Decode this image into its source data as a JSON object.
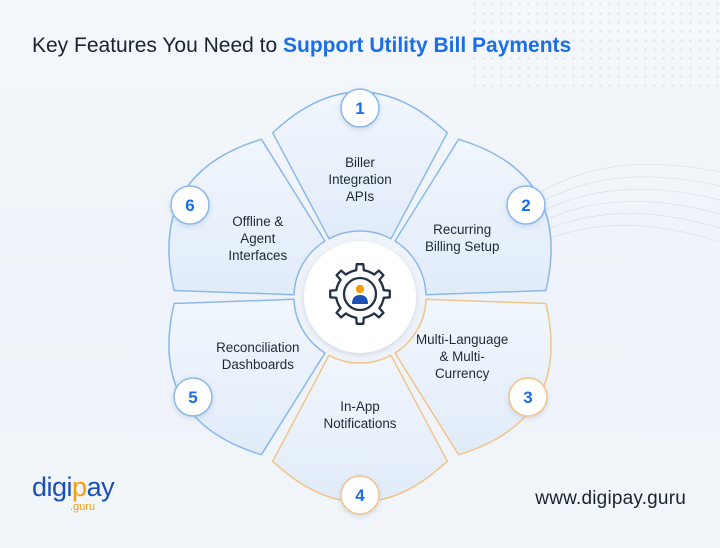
{
  "title": {
    "prefix": "Key Features You Need to ",
    "highlight": "Support Utility Bill Payments"
  },
  "features": [
    {
      "number": "1",
      "label": "Biller\nIntegration\nAPIs"
    },
    {
      "number": "2",
      "label": "Recurring\nBilling Setup"
    },
    {
      "number": "3",
      "label": "Multi-Language\n& Multi-\nCurrency"
    },
    {
      "number": "4",
      "label": "In-App\nNotifications"
    },
    {
      "number": "5",
      "label": "Reconciliation\nDashboards"
    },
    {
      "number": "6",
      "label": "Offline &\nAgent\nInterfaces"
    }
  ],
  "center_icon": "gear-user-icon",
  "logo": {
    "text_main": "digipay",
    "text_sub": ".guru"
  },
  "website": "www.digipay.guru",
  "colors": {
    "accent_blue": "#1a6ee8",
    "accent_orange": "#f59e0b",
    "segment_blue_stroke": "#8bb8ea",
    "segment_orange_stroke": "#f1c48a",
    "segment_fill": "#e6f0fb"
  }
}
